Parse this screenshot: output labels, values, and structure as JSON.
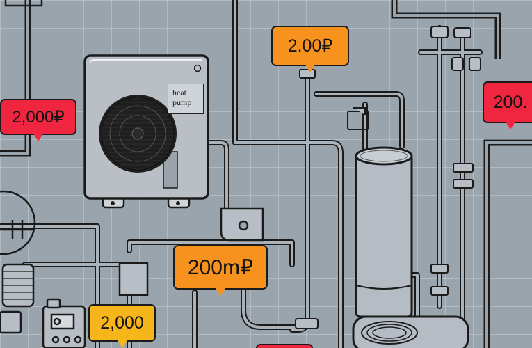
{
  "unit": {
    "label_line1": "heat",
    "label_line2": "pump"
  },
  "callouts": {
    "left_red": "2,000₽",
    "top_orange": "2.00₽",
    "right_red": "200.",
    "center_orange": "200m₽",
    "bottom_yellow": "2,000"
  },
  "colors": {
    "background": "#9aa4ad",
    "grid": "#c2c9cf",
    "pipe_outline": "#1b1b1b",
    "pipe_fill": "#aab2ba",
    "unit_body": "#b9bfc5",
    "callout_red": "#f0253f",
    "callout_orange": "#f7921e",
    "callout_yellow": "#f7b51c"
  },
  "icons": [
    "fan-icon",
    "power-button-icon",
    "gauge-icon"
  ]
}
